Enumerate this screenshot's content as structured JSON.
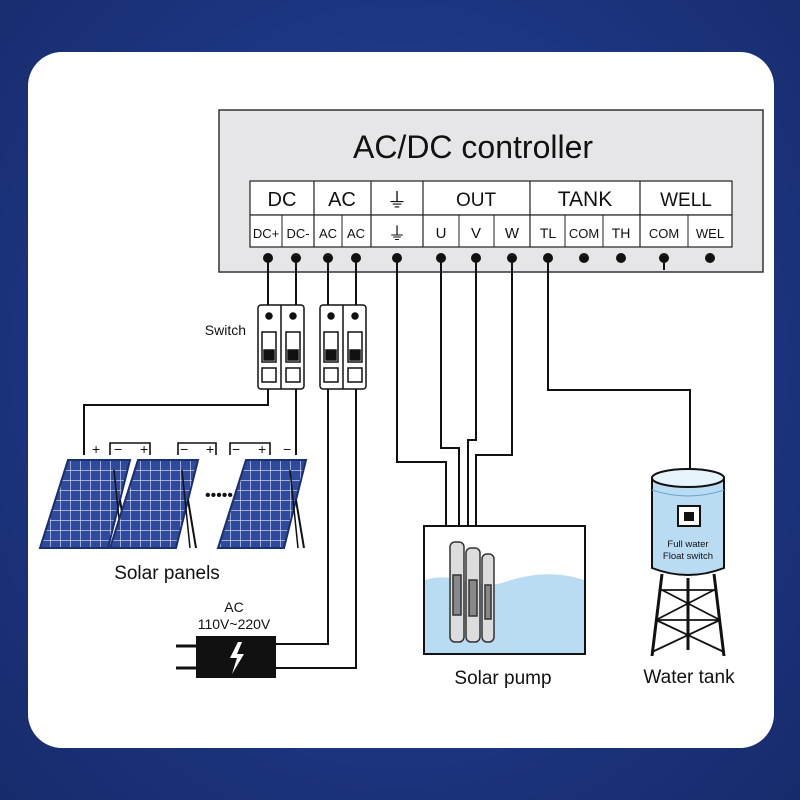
{
  "controller": {
    "title": "AC/DC controller",
    "groups": [
      "DC",
      "AC",
      "⏚",
      "OUT",
      "TANK",
      "WELL"
    ],
    "terminals": [
      "DC+",
      "DC-",
      "AC",
      "AC",
      "⏚",
      "U",
      "V",
      "W",
      "TL",
      "COM",
      "TH",
      "COM",
      "WEL"
    ]
  },
  "labels": {
    "switch": "Switch",
    "solar_panels": "Solar panels",
    "ac_source": "AC",
    "ac_voltage": "110V~220V",
    "solar_pump": "Solar pump",
    "water_tank": "Water tank",
    "float_line1": "Full water",
    "float_line2": "Float switch",
    "panel_ellipsis": "•••••"
  },
  "panel_polarity": [
    "+",
    "−",
    "+",
    "−",
    "+",
    "−",
    "+",
    "−"
  ],
  "colors": {
    "background": "#1d3682",
    "card": "#ffffff",
    "controller_fill": "#e6e6e8",
    "solar_cell": "#2f4a9c",
    "water": "#b9dcf3"
  },
  "icons": [
    "ground-icon",
    "lightning-icon",
    "circuit-breaker-icon",
    "solar-panel-icon",
    "pump-icon",
    "water-tower-icon"
  ]
}
